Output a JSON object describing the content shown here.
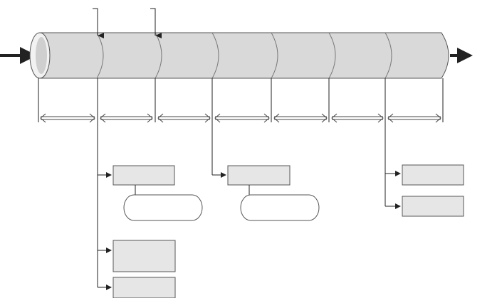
{
  "diagram": {
    "title": "",
    "colors": {
      "pipe_fill": "#d9d9d9",
      "pipe_end": "#f2f2f2",
      "box_fill": "#e6e6e6",
      "oval_fill": "#ffffff",
      "stroke": "#555555",
      "arrow": "#222222"
    },
    "pipe": {
      "segment_count": 7,
      "segments": [
        {
          "id": "segment-1",
          "label": ""
        },
        {
          "id": "segment-2",
          "label": ""
        },
        {
          "id": "segment-3",
          "label": ""
        },
        {
          "id": "segment-4",
          "label": ""
        },
        {
          "id": "segment-5",
          "label": ""
        },
        {
          "id": "segment-6",
          "label": ""
        },
        {
          "id": "segment-7",
          "label": ""
        }
      ]
    },
    "inputs": [
      {
        "id": "input-1",
        "label": ""
      },
      {
        "id": "input-2",
        "label": ""
      }
    ],
    "spans": [
      {
        "id": "span-1",
        "label": ""
      },
      {
        "id": "span-2",
        "label": ""
      },
      {
        "id": "span-3",
        "label": ""
      },
      {
        "id": "span-4",
        "label": ""
      },
      {
        "id": "span-5",
        "label": ""
      },
      {
        "id": "span-6",
        "label": ""
      },
      {
        "id": "span-7",
        "label": ""
      }
    ],
    "branches": [
      {
        "id": "branch-a",
        "boxes": [
          {
            "id": "box-a1",
            "label": "",
            "note": ""
          },
          {
            "id": "box-a2",
            "label": ""
          },
          {
            "id": "box-a3",
            "label": ""
          }
        ]
      },
      {
        "id": "branch-b",
        "boxes": [
          {
            "id": "box-b1",
            "label": "",
            "note": ""
          }
        ]
      },
      {
        "id": "branch-c",
        "boxes": [
          {
            "id": "box-c1",
            "label": ""
          },
          {
            "id": "box-c2",
            "label": ""
          }
        ]
      }
    ]
  }
}
